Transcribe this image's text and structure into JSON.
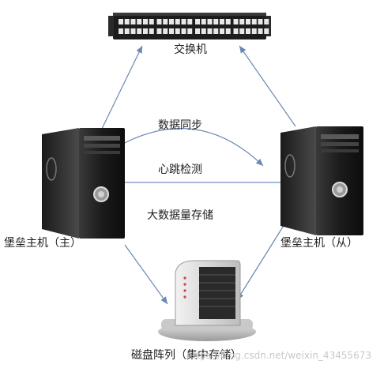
{
  "nodes": {
    "switch": {
      "label": "交换机"
    },
    "master": {
      "label": "堡垒主机（主）"
    },
    "slave": {
      "label": "堡垒主机（从）"
    },
    "storage": {
      "label": "磁盘阵列（集中存储）"
    }
  },
  "links": {
    "sync": "数据同步",
    "heartbeat": "心跳检测",
    "bigdata": "大数据量存储"
  },
  "watermark": "https://blog.csdn.net/weixin_43455673",
  "colors": {
    "arrow": "#6b88b4",
    "line": "#6f8fbf",
    "device_dark": "#1f1f1f",
    "device_light": "#cfcfcf"
  }
}
